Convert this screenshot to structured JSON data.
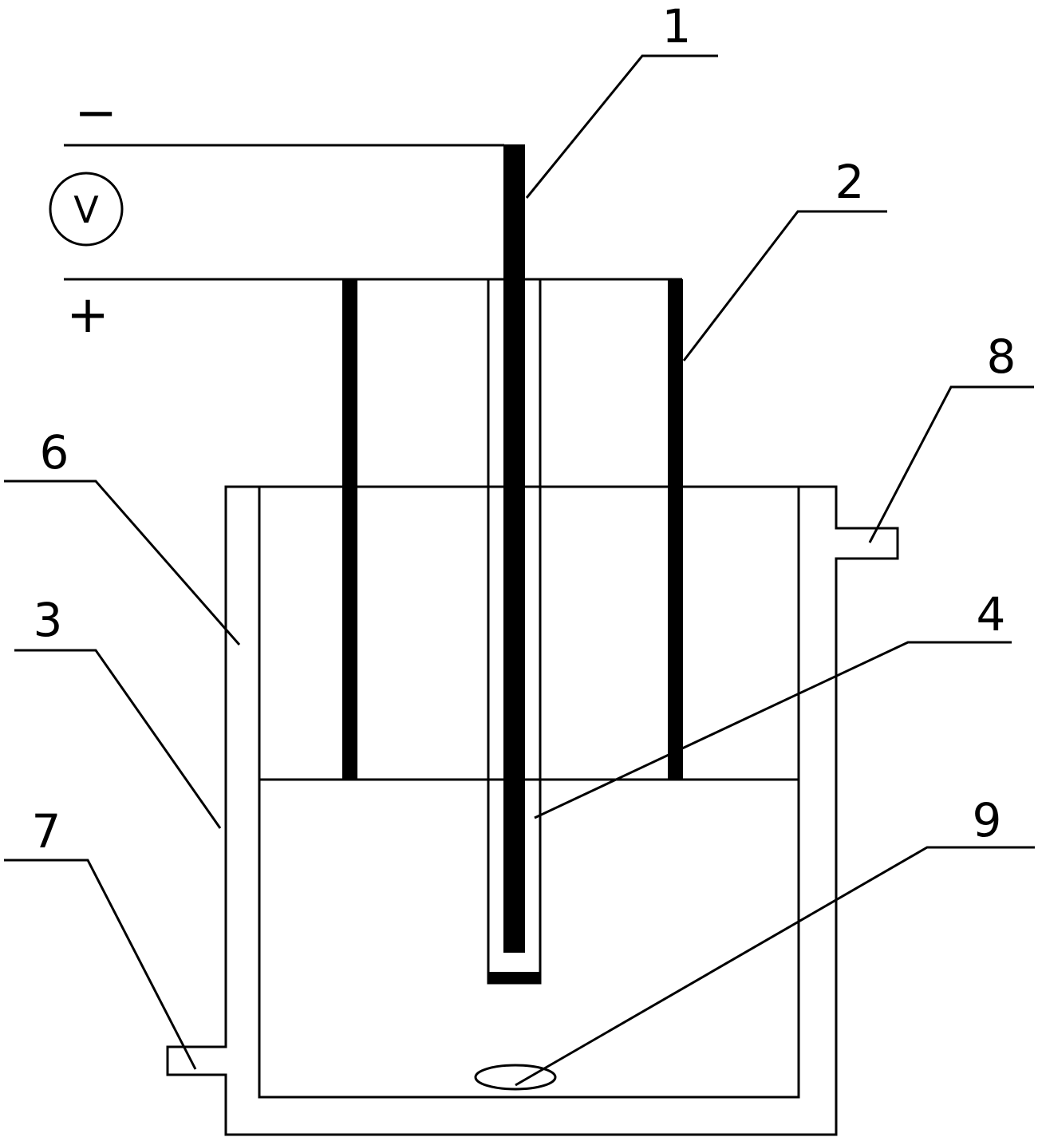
{
  "diagram": {
    "labels": {
      "neg": "−",
      "pos": "+",
      "voltmeter": "V",
      "n1": "1",
      "n2": "2",
      "n3": "3",
      "n4": "4",
      "n6": "6",
      "n7": "7",
      "n8": "8",
      "n9": "9"
    },
    "colors": {
      "line": "#000000",
      "background": "#ffffff"
    }
  }
}
